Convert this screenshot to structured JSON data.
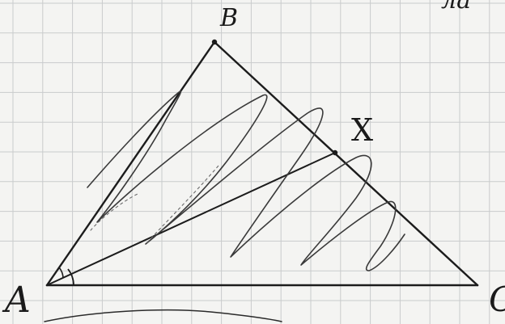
{
  "labels": {
    "a": "A",
    "b": "B",
    "c": "C",
    "x": "X",
    "corner": "ла"
  },
  "colors": {
    "paper": "#f4f4f2",
    "grid": "#c9cbcc",
    "ink": "#1c1c1c",
    "pencil": "#3a3a3a"
  }
}
